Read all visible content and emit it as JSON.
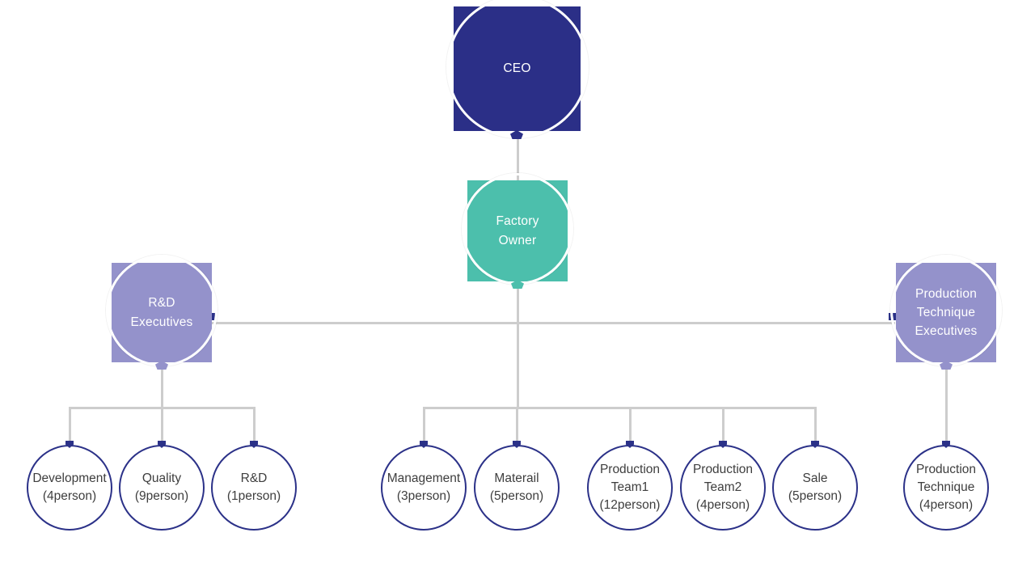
{
  "nodes": {
    "ceo": {
      "label": "CEO",
      "color": "#2b2f87"
    },
    "factory_owner": {
      "label": "Factory Owner",
      "color": "#4cbfac"
    },
    "rnd_executives": {
      "label": "R&D Executives",
      "color": "#9492cb"
    },
    "production_technique_executives": {
      "label": "Production Technique Executives",
      "color": "#9492cb"
    }
  },
  "teams": [
    {
      "label": "Development",
      "count": "(4person)"
    },
    {
      "label": "Quality",
      "count": "(9person)"
    },
    {
      "label": "R&D",
      "count": "(1person)"
    },
    {
      "label": "Management",
      "count": "(3person)"
    },
    {
      "label": "Materail",
      "count": "(5person)"
    },
    {
      "label": "Production Team1",
      "count": "(12person)"
    },
    {
      "label": "Production Team2",
      "count": "(4person)"
    },
    {
      "label": "Sale",
      "count": "(5person)"
    },
    {
      "label": "Production Technique",
      "count": "(4person)"
    }
  ],
  "colors": {
    "background": "#ffffff",
    "connector": "#cdcdcd",
    "node_border": "#2b3188",
    "team_text": "#3e3e3e"
  }
}
